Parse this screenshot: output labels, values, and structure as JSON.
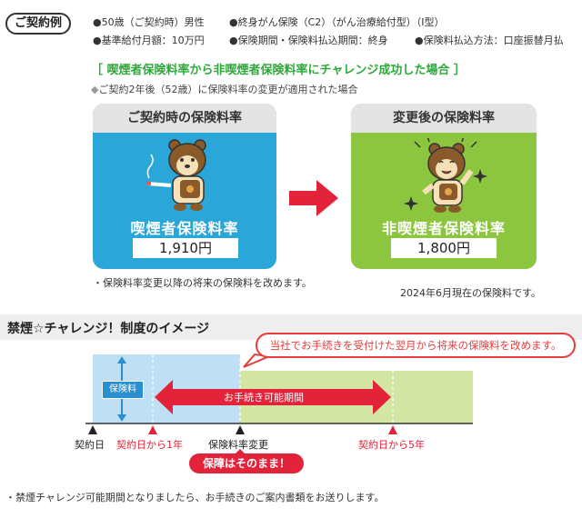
{
  "example_label": "ご契約例",
  "conditions": {
    "age": "●50歳（ご契約時）男性",
    "product": "●終身がん保険（C2）（がん治療給付型）（Ⅰ型）",
    "base_benefit": "●基準給付月額：10万円",
    "period": "●保険期間・保険料払込期間：終身",
    "payment": "●保険料払込方法：口座振替月払"
  },
  "challenge_title": "［ 喫煙者保険料率から非喫煙者保険料率にチャレンジ成功した場合 ］",
  "challenge_sub": "ご契約2年後（52歳）に保険料率の変更が適用された場合",
  "card_before": {
    "header": "ご契約時の保険料率",
    "label": "喫煙者保険料率",
    "price": "1,910円",
    "color": "#2aa6d9"
  },
  "card_after": {
    "header": "変更後の保険料率",
    "label": "非喫煙者保険料率",
    "price": "1,800円",
    "color": "#8cc63f"
  },
  "arrow_color": "#e2233a",
  "note_left": "・保険料率変更以降の将来の保険料を改めます。",
  "note_right": "2024年6月現在の保険料です。",
  "section_title": "禁煙☆チャレンジ！制度のイメージ",
  "callout": "当社でお手続きを受付けた翌月から将来の保険料を改めます。",
  "timeline": {
    "premium_label": "保険料",
    "period_label": "お手続き可能期間",
    "ticks": {
      "start": "契約日",
      "year1": "契約日から1年",
      "change": "保険料率変更",
      "year5": "契約日から5年"
    },
    "pill": "保障はそのまま！"
  },
  "bottom_note": "・禁煙チャレンジ可能期間となりましたら、お手続きのご案内書類をお送りします。"
}
